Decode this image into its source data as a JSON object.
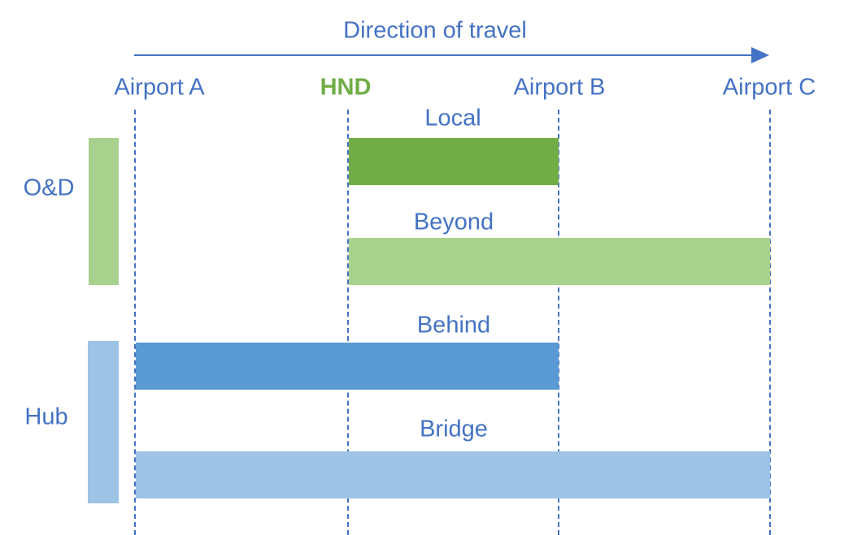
{
  "title": "Direction of travel",
  "airports": {
    "a": "Airport A",
    "hnd": "HND",
    "b": "Airport B",
    "c": "Airport C"
  },
  "groups": {
    "od": "O&D",
    "hub": "Hub"
  },
  "segments": {
    "local": "Local",
    "beyond": "Beyond",
    "behind": "Behind",
    "bridge": "Bridge"
  },
  "colors": {
    "text": "#4472C4",
    "hnd": "#70AD47",
    "local": "#70AD47",
    "beyond": "#A9D18E",
    "behind": "#5B9BD5",
    "bridge": "#9DC3E6"
  }
}
